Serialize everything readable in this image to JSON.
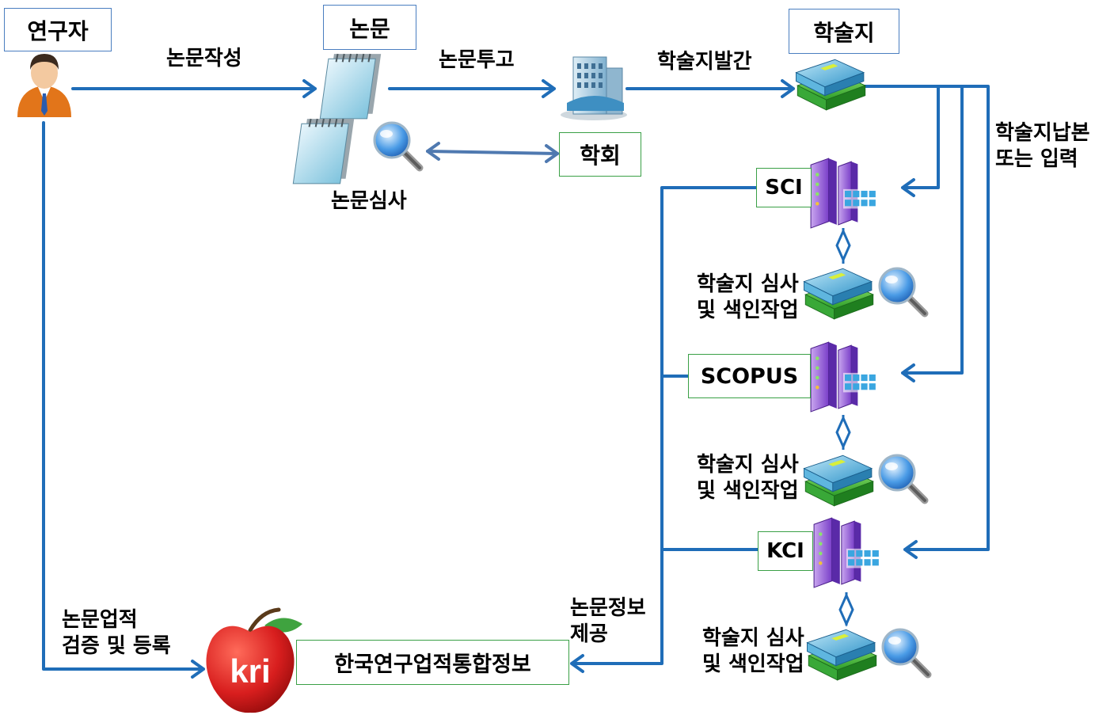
{
  "nodes": {
    "researcher": "연구자",
    "paper": "논문",
    "journal": "학술지",
    "society": "학회",
    "sci": "SCI",
    "scopus": "SCOPUS",
    "kci": "KCI",
    "kri_logo": "kri",
    "kri_system": "한국연구업적통합정보"
  },
  "edges": {
    "write_paper": "논문작성",
    "submit_paper": "논문투고",
    "publish_journal": "학술지발간",
    "paper_review": "논문심사",
    "deposit": [
      "학술지납본",
      "또는 입력"
    ],
    "review_index_1": [
      "학술지 심사",
      "및 색인작업"
    ],
    "review_index_2": [
      "학술지 심사",
      "및 색인작업"
    ],
    "review_index_3": [
      "학술지 심사",
      "및 색인작업"
    ],
    "provide_info": [
      "논문정보",
      "제공"
    ],
    "verify_register": [
      "논문업적",
      "검증 및 등록"
    ]
  },
  "colors": {
    "arrow": "#1f6db8",
    "dblarrow": "#4f79b0",
    "box_blue": "#4a7ec0",
    "box_green": "#3aa046",
    "apple": "#d61f1f"
  }
}
